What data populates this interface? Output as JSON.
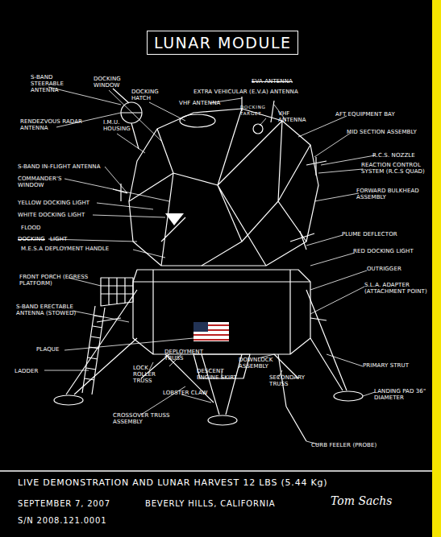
{
  "diagram": {
    "title": "LUNAR MODULE",
    "labels": [
      "S-BAND STEERABLE ANTENNA",
      "DOCKING WINDOW",
      "DOCKING HATCH",
      "EVA ANTENNA",
      "EXTRA VEHICULAR (E.V.A) ANTENNA",
      "VHF ANTENNA",
      "DOCKING TARGET",
      "VHF ANTENNA",
      "AFT EQUIPMENT BAY",
      "MID SECTION ASSEMBLY",
      "RENDEZVOUS RADAR ANTENNA",
      "I.M.U. HOUSING",
      "R.C.S. NOZZLE",
      "REACTION CONTROL SYSTEM (R.C.S QUAD)",
      "S-BAND IN-FLIGHT ANTENNA",
      "COMMANDER'S WINDOW",
      "FORWARD BULKHEAD ASSEMBLY",
      "YELLOW DOCKING LIGHT",
      "WHITE DOCKING LIGHT",
      "FLOOD",
      "DOCKING",
      "LIGHT",
      "PLUME DEFLECTOR",
      "M.E.S.A DEPLOYMENT HANDLE",
      "RED DOCKING LIGHT",
      "OUTRIGGER",
      "FRONT PORCH (EGRESS PLATFORM)",
      "S.L.A. ADAPTER (ATTACHMENT POINT)",
      "S-BAND ERECTABLE ANTENNA (STOWED)",
      "PLAQUE",
      "LADDER",
      "DEPLOYMENT TRUSS",
      "DOWNLOCK ASSEMBLY",
      "PRIMARY STRUT",
      "LOCK ROLLER TRUSS",
      "DESCENT ENGINE SKIRT",
      "SECONDARY TRUSS",
      "LANDING PAD 36\" DIAMETER",
      "LOBSTER CLAW",
      "CROSSOVER TRUSS ASSEMBLY",
      "CURB FEELER (PROBE)",
      "LIVE DEMONSTRATION AND LUNAR HARVEST 12 LBS (5.44 Kg)",
      "SEPTEMBER 7, 2007",
      "BEVERLY HILLS, CALIFORNIA",
      "Tom Sachs",
      "S/N 2008.121.0001"
    ]
  }
}
